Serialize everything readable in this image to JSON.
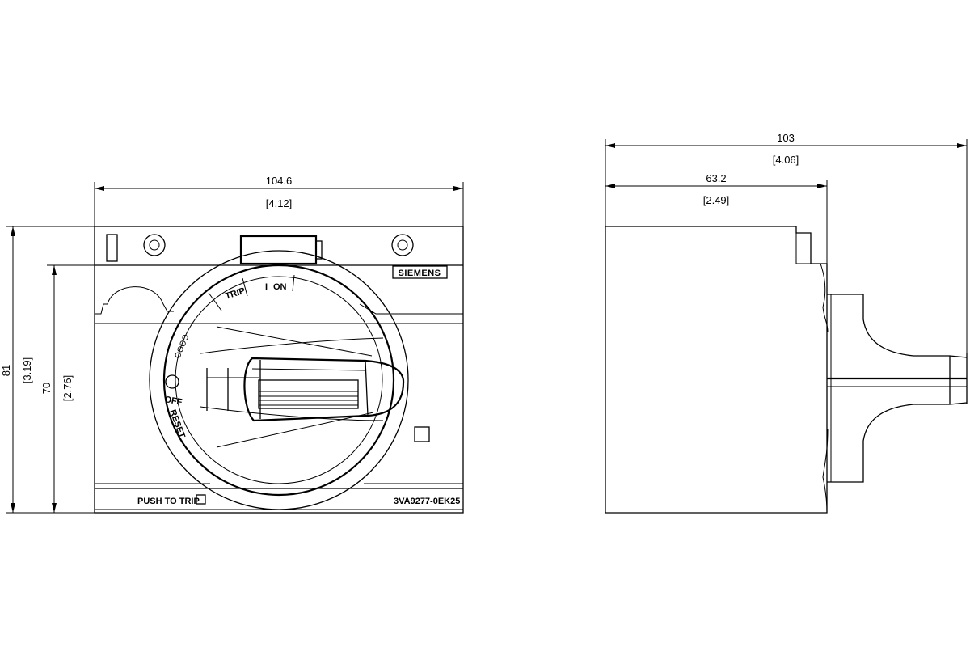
{
  "front_view": {
    "dim_width": "104.6",
    "dim_width_in": "[4.12]",
    "dim_height": "81",
    "dim_height_in": "[3.19]",
    "dim_height2": "70",
    "dim_height2_in": "[2.76]",
    "label_trip": "TRIP",
    "label_on": "ON",
    "label_on_symbol": "I",
    "label_off": "OFF",
    "label_reset": "RESET",
    "label_off_symbol": "O",
    "label_lock": "OOOO",
    "brand": "SIEMENS",
    "push_to_trip": "PUSH TO TRIP",
    "part_number": "3VA9277-0EK25"
  },
  "side_view": {
    "dim_total": "103",
    "dim_total_in": "[4.06]",
    "dim_body": "63.2",
    "dim_body_in": "[2.49]"
  },
  "colors": {
    "line": "#000000",
    "background": "#ffffff"
  }
}
